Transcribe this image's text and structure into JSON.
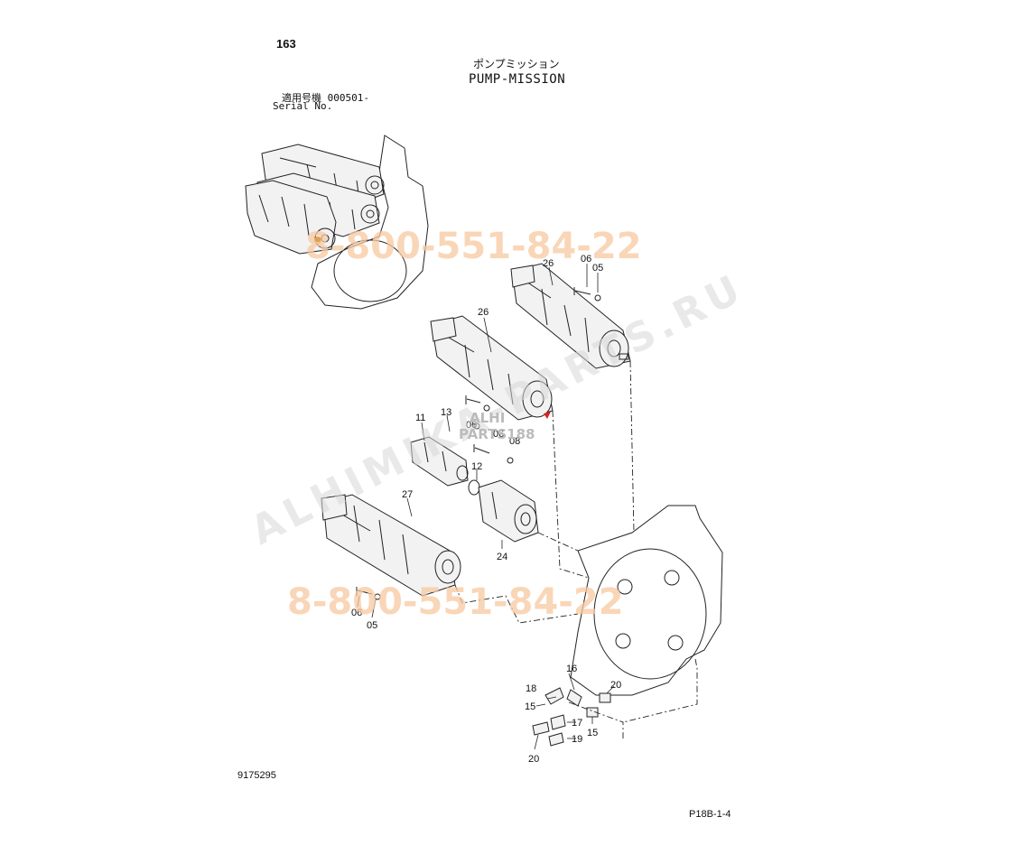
{
  "header": {
    "page_number": "163",
    "title_jp": "ポンプミッション",
    "title_en": "PUMP-MISSION",
    "serial_jp": "適用号機  000501-",
    "serial_en": "Serial No."
  },
  "footer": {
    "drawing_number": "9175295",
    "sheet_code": "P18B-1-4"
  },
  "watermarks": {
    "phone": "8-800-551-84-22",
    "site": "ALHIMIKA-PARTS.RU",
    "logo_top": "ALHI",
    "logo_bottom": "PARTS188"
  },
  "callouts": {
    "c26a": "26",
    "c06a": "06",
    "c05a": "05",
    "c26b": "26",
    "c11": "11",
    "c13": "13",
    "c06b": "06",
    "c06c": "06",
    "c08": "08",
    "c12": "12",
    "c27": "27",
    "c24": "24",
    "c06d": "06",
    "c05d": "05",
    "c16": "16",
    "c18": "18",
    "c20a": "20",
    "c15a": "15",
    "c17": "17",
    "c15b": "15",
    "c19": "19",
    "c20b": "20"
  },
  "colors": {
    "line": "#222222",
    "watermark_phone": "#f7c9a0",
    "watermark_site": "#d8d8d8",
    "marker": "#e02020"
  }
}
